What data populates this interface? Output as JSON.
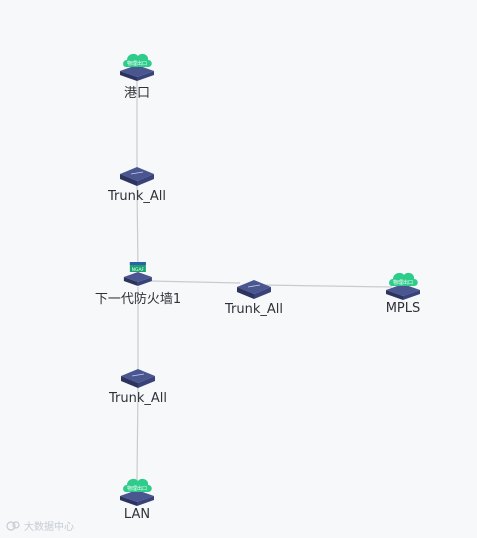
{
  "colors": {
    "background": "#f6f8fa",
    "link": "#c8cbd0",
    "cloud": "#2ecc8a",
    "device_top": "#4a5690",
    "device_side": "#2b335e",
    "firewall_badge": "#1aa36a"
  },
  "nodes": [
    {
      "id": "port",
      "label": "港口",
      "icon": "cloud-exit-icon",
      "badge": "物理出口"
    },
    {
      "id": "trunk1",
      "label": "Trunk_All",
      "icon": "switch-icon"
    },
    {
      "id": "firewall",
      "label": "下一代防火墙1",
      "icon": "firewall-icon",
      "badge": "NGAF"
    },
    {
      "id": "trunk2",
      "label": "Trunk_All",
      "icon": "switch-icon"
    },
    {
      "id": "mpls",
      "label": "MPLS",
      "icon": "cloud-exit-icon",
      "badge": "物理出口"
    },
    {
      "id": "trunk3",
      "label": "Trunk_All",
      "icon": "switch-icon"
    },
    {
      "id": "lan",
      "label": "LAN",
      "icon": "cloud-exit-icon",
      "badge": "物理出口"
    }
  ],
  "links": [
    [
      "port",
      "trunk1"
    ],
    [
      "trunk1",
      "firewall"
    ],
    [
      "firewall",
      "trunk2"
    ],
    [
      "trunk2",
      "mpls"
    ],
    [
      "firewall",
      "trunk3"
    ],
    [
      "trunk3",
      "lan"
    ]
  ],
  "watermark": {
    "text": "大数据中心",
    "icon": "watermark-logo-icon"
  }
}
